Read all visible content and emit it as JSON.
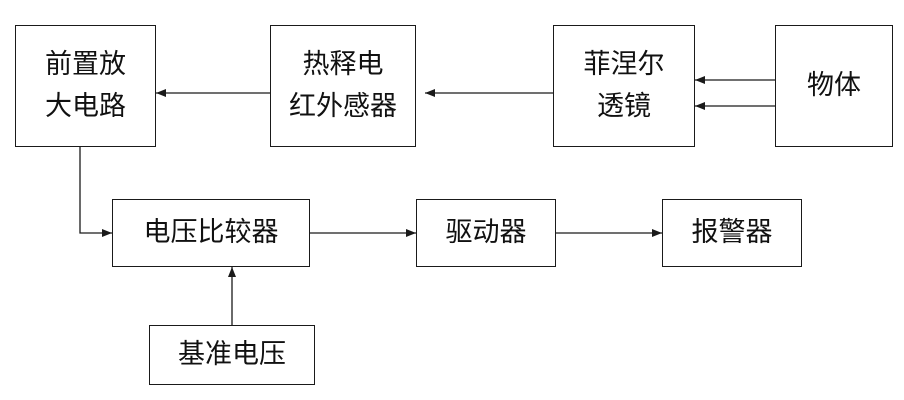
{
  "blocks": {
    "preamp": {
      "lines": [
        "前置放",
        "大电路"
      ]
    },
    "pyro": {
      "lines": [
        "热释电",
        "红外感器"
      ]
    },
    "fresnel": {
      "lines": [
        "菲涅尔",
        "透镜"
      ]
    },
    "object": {
      "lines": [
        "物体"
      ]
    },
    "comparator": {
      "lines": [
        "电压比较器"
      ]
    },
    "driver": {
      "lines": [
        "驱动器"
      ]
    },
    "alarm": {
      "lines": [
        "报警器"
      ]
    },
    "reference": {
      "lines": [
        "基准电压"
      ]
    }
  }
}
